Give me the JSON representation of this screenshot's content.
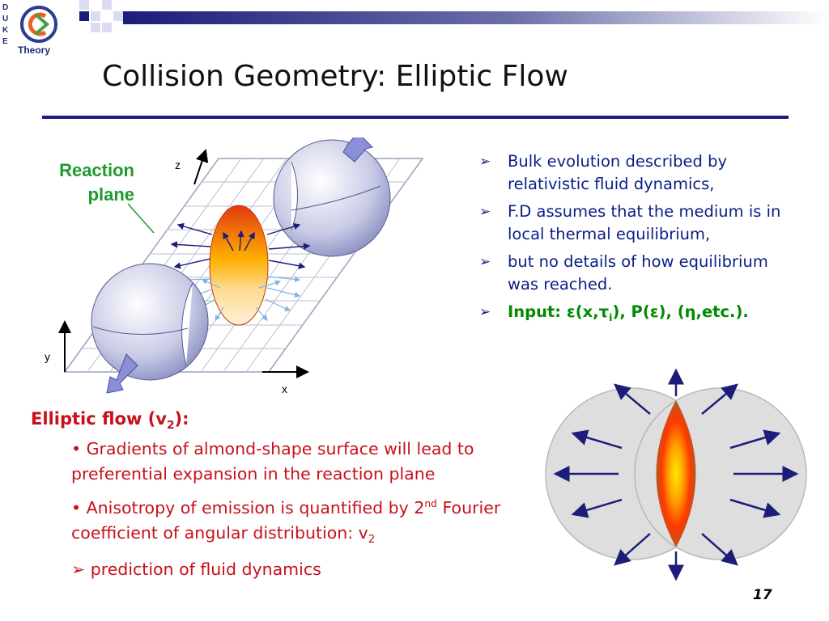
{
  "logo": {
    "letters": "DUKE",
    "brand": "Theory"
  },
  "title": "Collision Geometry: Elliptic Flow",
  "reaction_plane_label": [
    "Reaction",
    "plane"
  ],
  "axes": {
    "z": "z",
    "y": "y",
    "x": "x"
  },
  "bullets": [
    "Bulk evolution described by relativistic fluid dynamics,",
    "F.D assumes that the medium is in local thermal equilibrium,",
    "but no details of how equilibrium was reached."
  ],
  "input_bullet": {
    "prefix": "Input: ",
    "eps1": "ε",
    "paren_open": "(x,",
    "tau": "τ",
    "tau_sub": "i",
    "paren_close": "), P(",
    "eps2": "ε",
    "mid": "), (",
    "eta": "η",
    "tail": ",etc.)."
  },
  "elliptic_flow": {
    "title_main": "Elliptic flow (v",
    "title_sub": "2",
    "title_end": "):",
    "item1": "• Gradients of almond-shape surface will lead to preferential expansion in the reaction plane",
    "item2_a": "• Anisotropy of emission is quantified by 2",
    "item2_sup": "nd",
    "item2_b": " Fourier coefficient of angular distribution: v",
    "item2_sub": "2",
    "item3": "prediction of fluid dynamics"
  },
  "page_number": "17",
  "colors": {
    "navy": "#1c1c7a",
    "green": "#1f9a2c",
    "red": "#c8101a",
    "bullet_blue": "#0a1e86"
  }
}
